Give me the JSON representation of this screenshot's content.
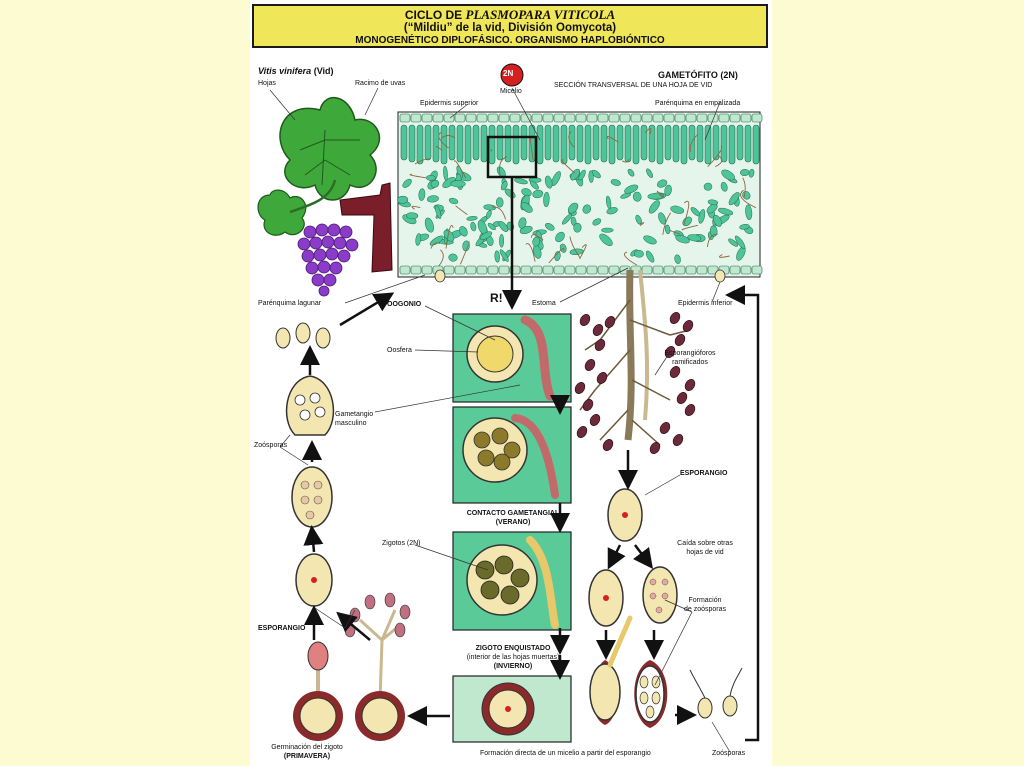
{
  "title": {
    "line1_prefix": "CICLO DE",
    "line1_species": "PLASMOPARA VITICOLA",
    "line2": "(“Mildiu” de la vid, División Oomycota)",
    "line3": "MONOGENÉTICO DIPLOFÁSICO. ORGANISMO HAPLOBIÓNTICO"
  },
  "host": {
    "name": "Vitis vinifera",
    "name_suffix": "(Vid)",
    "leaves": "Hojas",
    "grapes": "Racimo de uvas"
  },
  "ploidy_badge": "2N",
  "labels": {
    "micelio": "Micelio",
    "gametofito": "GAMETÓFITO (2N)",
    "seccion": "SECCIÓN TRANSVERSAL DE UNA HOJA DE VID",
    "epidermis_superior": "Epidermis superior",
    "parenquima_empalizada": "Parénquima en empalizada",
    "parenquima_lagunar": "Parénquima lagunar",
    "estoma": "Estoma",
    "epidermis_inferior": "Epidermis inferior",
    "meiosis": "R!",
    "oogonio": "OOGONIO",
    "oosfera": "Oosfera",
    "gametangio_line1": "Gametangio",
    "gametangio_line2": "masculino",
    "zoosporas_left": "Zoósporas",
    "contacto_line1": "CONTACTO GAMETANGIAL",
    "contacto_line2": "(VERANO)",
    "zigotos": "Zigotos (2N)",
    "zigoto_line1": "ZIGOTO ENQUISTADO",
    "zigoto_line2": "(interior de las hojas muertas)",
    "zigoto_line3": "(INVIERNO)",
    "esporangio_left": "ESPORANGIO",
    "germinacion_line1": "Germinación del zigoto",
    "germinacion_line2": "(PRIMAVERA)",
    "esporangioforos_line1": "Esporangióforos",
    "esporangioforos_line2": "ramificados",
    "esporangio_right": "ESPORANGIO",
    "caida_line1": "Caída sobre otras",
    "caida_line2": "hojas de vid",
    "formacion_line1": "Formación",
    "formacion_line2": "de zoósporas",
    "formacion_directa": "Formación directa de un micelio a partir del esporangio",
    "zoosporas_right": "Zoósporas"
  },
  "colors": {
    "title_bg": "#f0e659",
    "page_bg": "#fdfbd1",
    "badge": "#d42020",
    "leaf_green": "#3fa83a",
    "grape_purple": "#8a3cc8",
    "trunk": "#7a1e2a",
    "tissue_green": "#4fc49a",
    "sporangium": "#f4e6b0"
  }
}
